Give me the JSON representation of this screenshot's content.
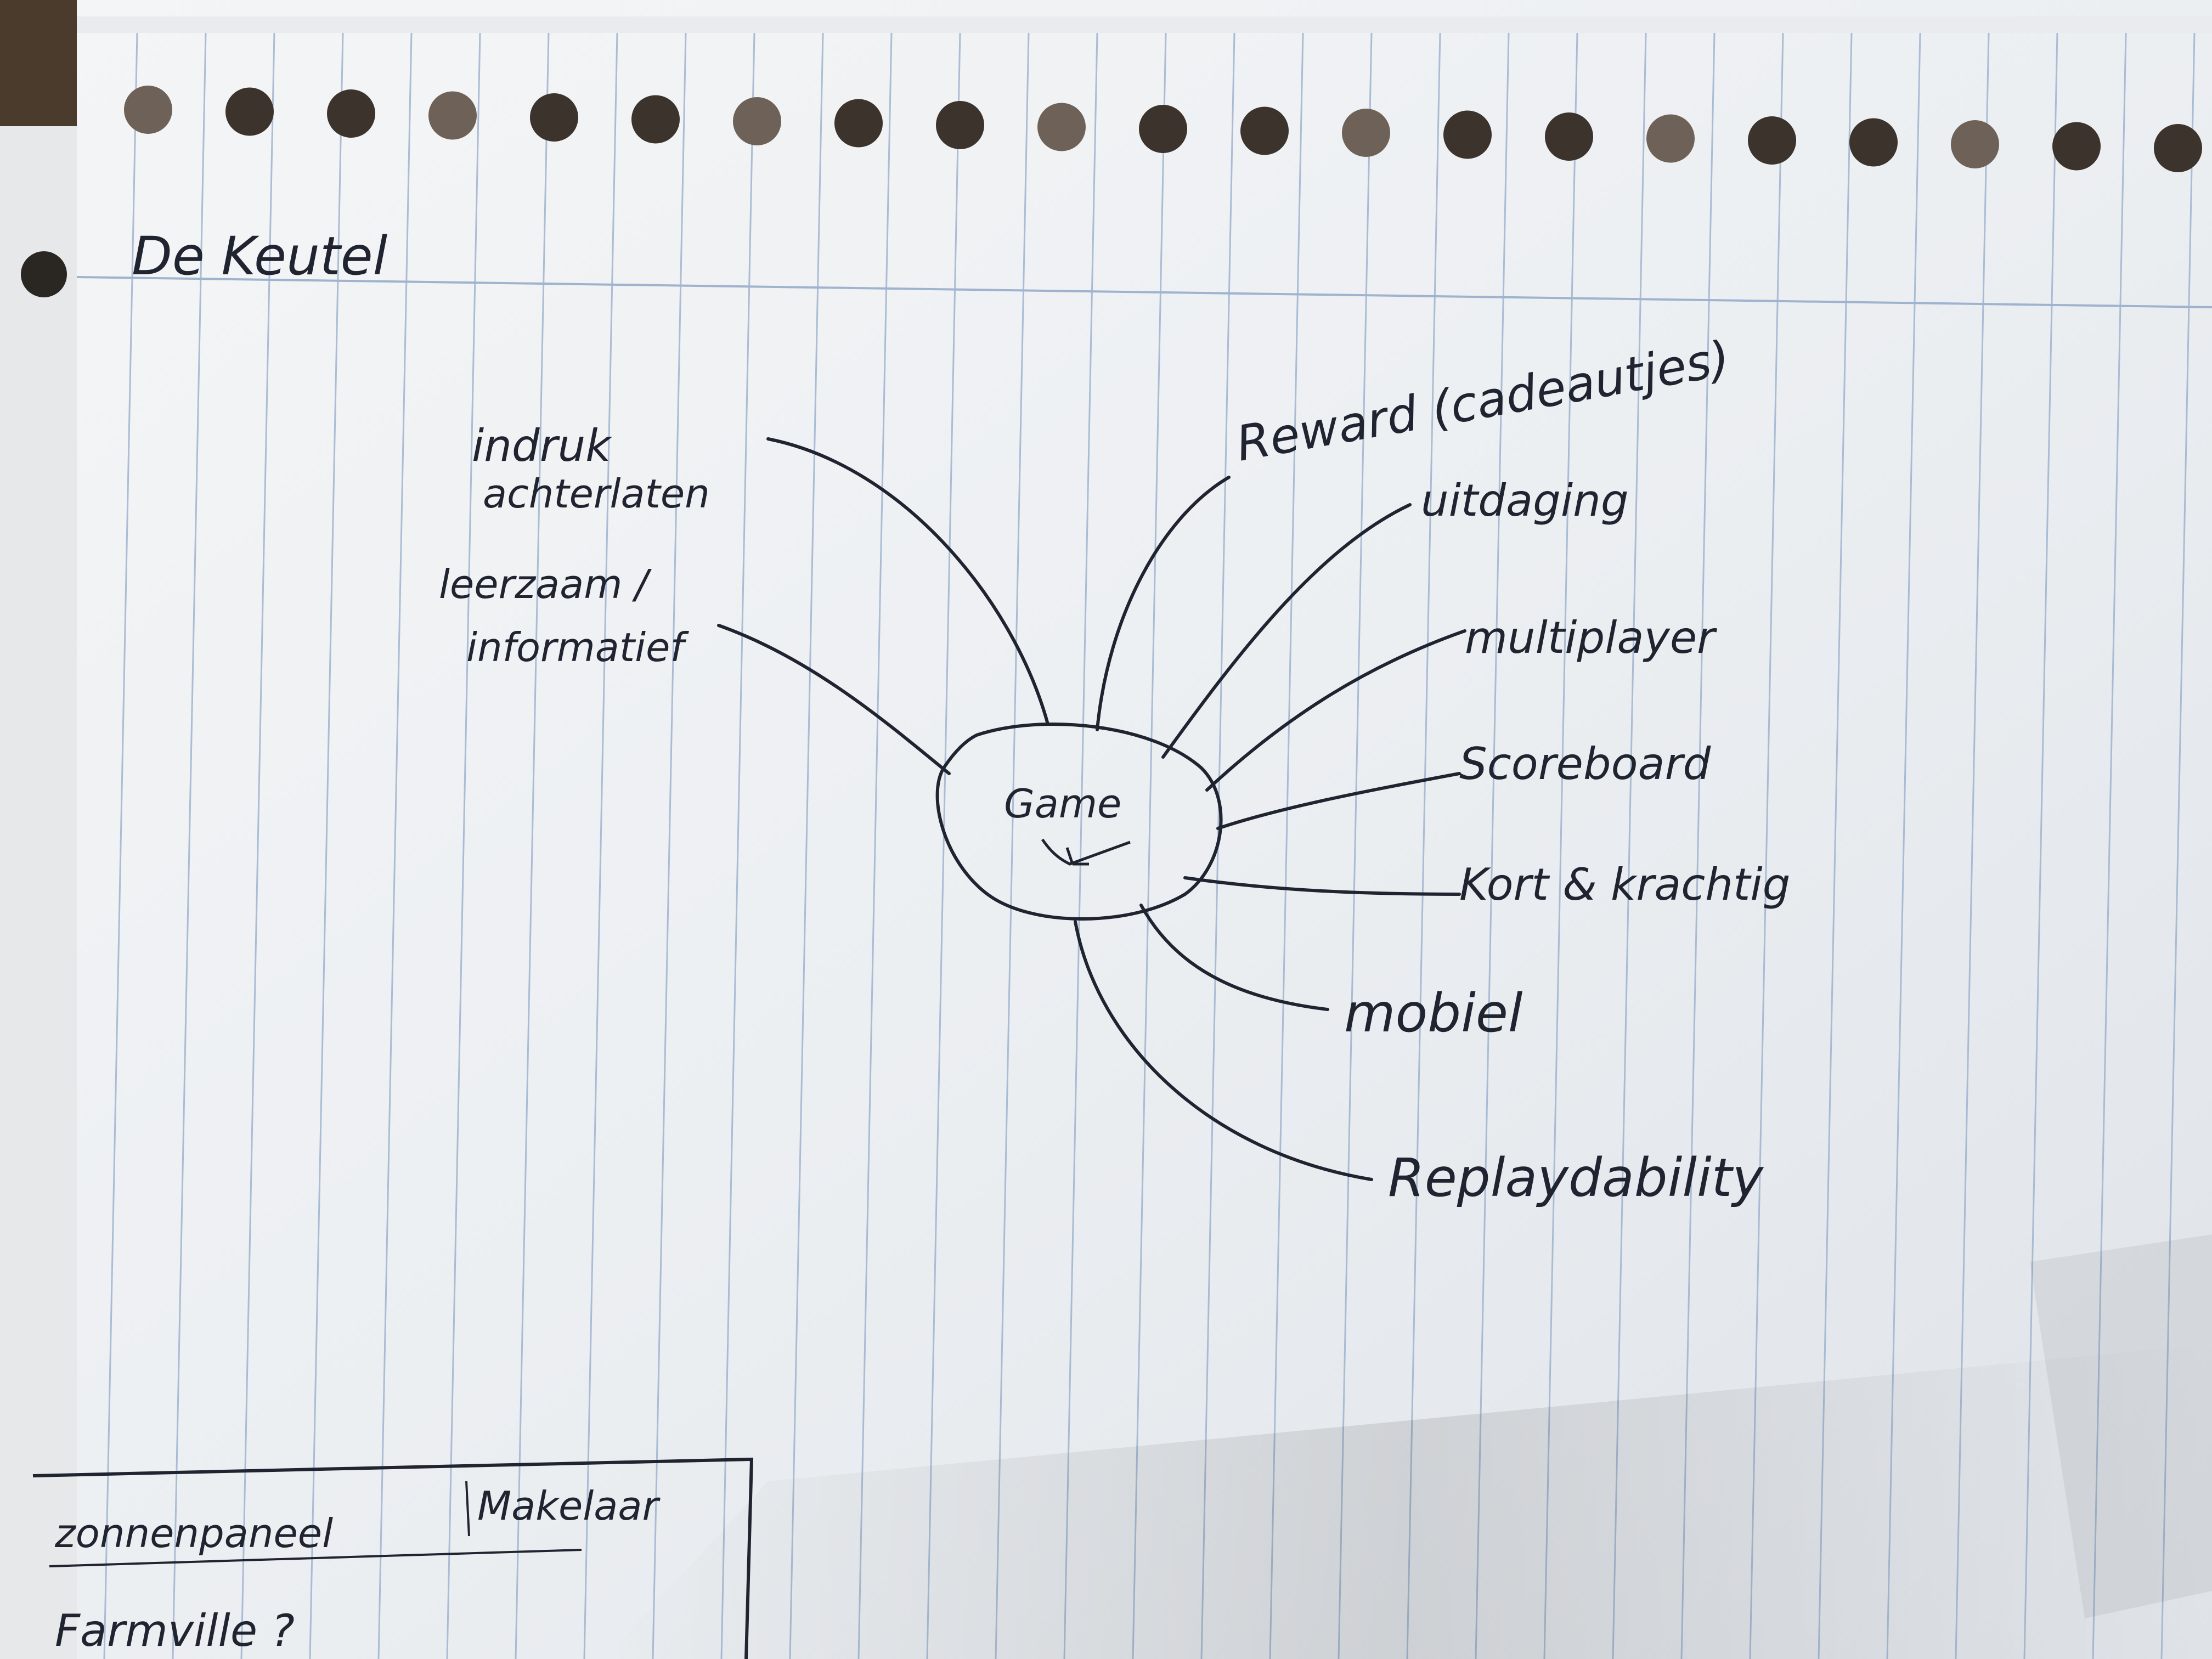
{
  "page": {
    "title": "De Keutel"
  },
  "mindmap": {
    "center": "Game",
    "branches_left": [
      "indruk achterlaten",
      "leerzaam / informatief"
    ],
    "branches_right": [
      "Reward (cadeautjes)",
      "uitdaging",
      "multiplayer",
      "Scoreboard",
      "Kort & krachtig",
      "mobiel",
      "Replaydability"
    ]
  },
  "footer_box": {
    "items": [
      "zonnenpaneel",
      "Makelaar",
      "Farmville ?"
    ]
  },
  "colors": {
    "paper": "#eef0f2",
    "ink": "#1f2430",
    "rule_line": "#9fb3cf",
    "background": "#5a4a3a"
  }
}
